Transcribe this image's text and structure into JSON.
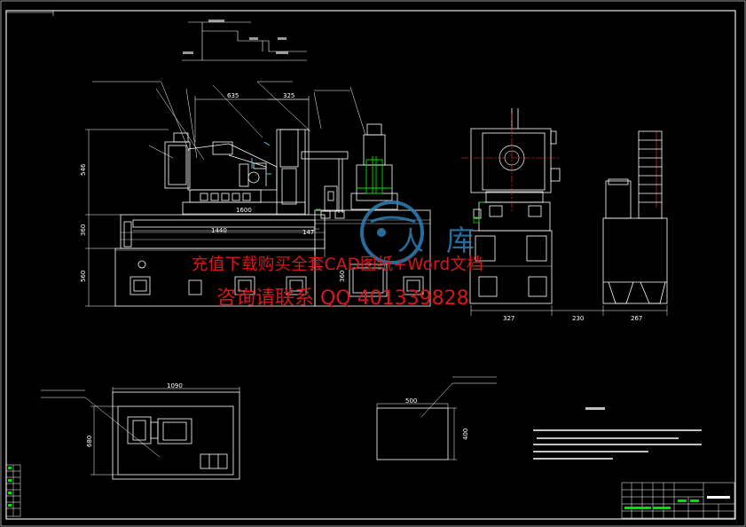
{
  "colors": {
    "background": "#000000",
    "line": "#ffffff",
    "frame": "#ffffff",
    "centerline": "#ff3030",
    "green": "#00e000",
    "cyan": "#40e0ff",
    "watermark_text": "#d8171b",
    "watermark_logo": "#2e7fb6"
  },
  "views": {
    "front": {
      "dims": {
        "h546": "546",
        "h360": "360",
        "h560": "560",
        "w635": "635",
        "w325": "325",
        "w1600": "1600",
        "w1440": "1440",
        "w360": "360",
        "d147": "147"
      }
    },
    "side": {
      "dims": {
        "w327": "327",
        "w230": "230",
        "w267": "267"
      }
    },
    "foundation_a": {
      "dims": {
        "w1090": "1090",
        "h680": "680"
      }
    },
    "foundation_b": {
      "dims": {
        "w500": "500",
        "h400": "400"
      }
    }
  },
  "watermark": {
    "line1": "充值下载购买全套CAD图纸+Word文档",
    "line2": "咨询请联系  QQ 401339828",
    "logo_glyph": "人",
    "logo_glyph2": "库"
  }
}
